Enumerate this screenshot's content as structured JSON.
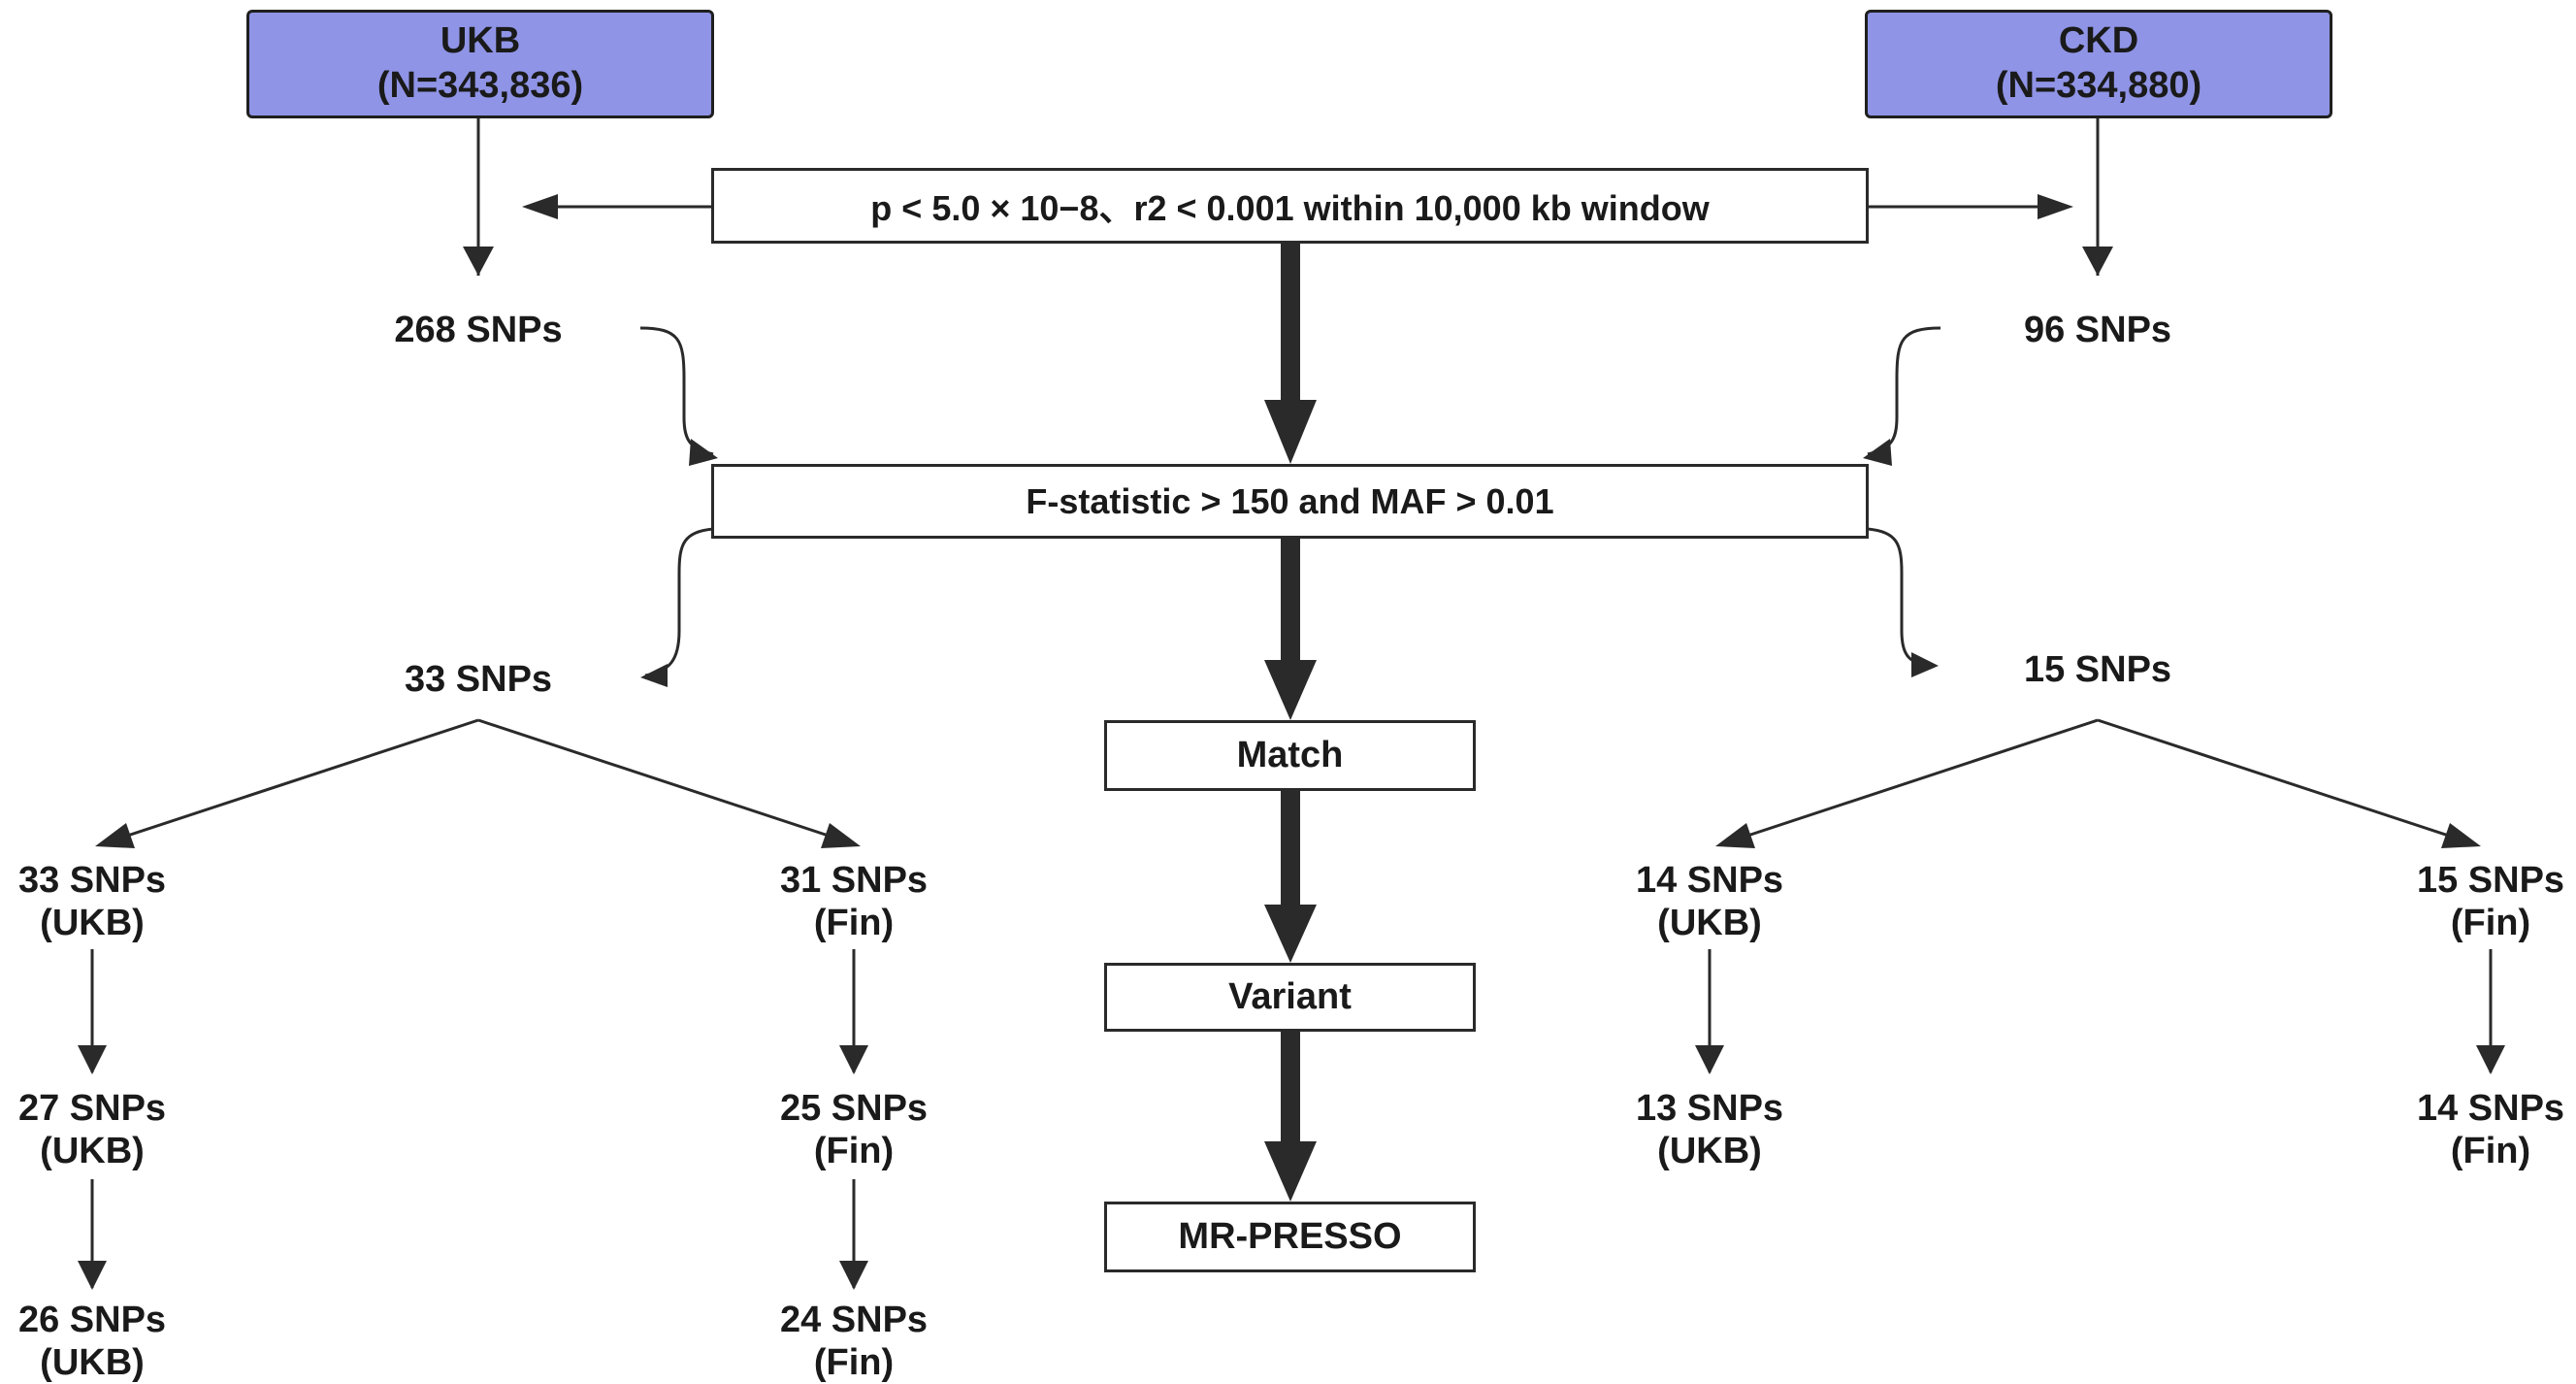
{
  "sources": {
    "ukb": {
      "title": "UKB",
      "n": "(N=343,836)"
    },
    "ckd": {
      "title": "CKD",
      "n": "(N=334,880)"
    }
  },
  "filters": {
    "clumping": "p < 5.0 × 10−8、r2 < 0.001 within 10,000 kb window",
    "strength": "F-statistic > 150 and MAF > 0.01"
  },
  "steps": {
    "match": "Match",
    "variant": "Variant",
    "mrpresso": "MR-PRESSO"
  },
  "left": {
    "initial": "268 SNPs",
    "after_filter": "33 SNPs",
    "ukb_branch": [
      {
        "count": "33 SNPs",
        "source": "(UKB)"
      },
      {
        "count": "27 SNPs",
        "source": "(UKB)"
      },
      {
        "count": "26 SNPs",
        "source": "(UKB)"
      }
    ],
    "fin_branch": [
      {
        "count": "31 SNPs",
        "source": "(Fin)"
      },
      {
        "count": "25 SNPs",
        "source": "(Fin)"
      },
      {
        "count": "24 SNPs",
        "source": "(Fin)"
      }
    ]
  },
  "right": {
    "initial": "96 SNPs",
    "after_filter": "15 SNPs",
    "ukb_branch": [
      {
        "count": "14 SNPs",
        "source": "(UKB)"
      },
      {
        "count": "13 SNPs",
        "source": "(UKB)"
      }
    ],
    "fin_branch": [
      {
        "count": "15 SNPs",
        "source": "(Fin)"
      },
      {
        "count": "14 SNPs",
        "source": "(Fin)"
      }
    ]
  },
  "colors": {
    "source_fill": "#8f94e6",
    "line": "#2a2a2a"
  }
}
